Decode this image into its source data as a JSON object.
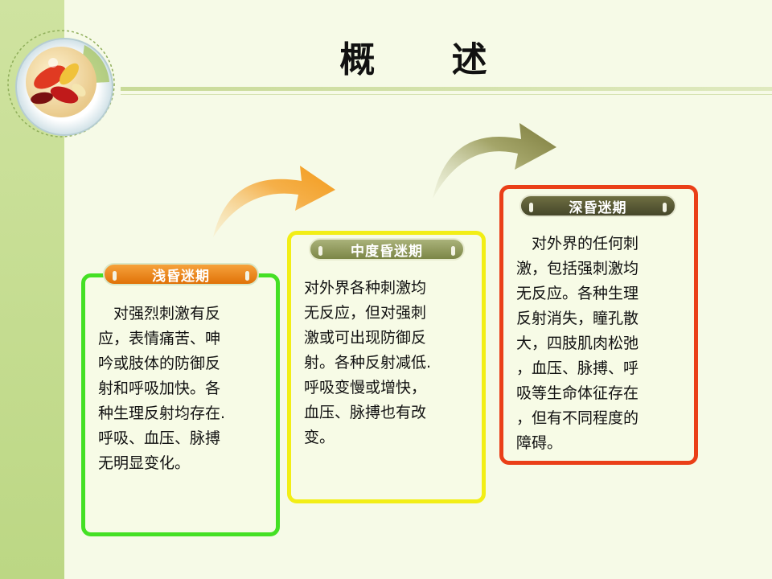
{
  "title": "概 述",
  "stages": [
    {
      "label": "浅昏迷期",
      "color": "#44e024",
      "pill_color": "#e8780a",
      "text": "　对强烈刺激有反\n应，表情痛苦、呻\n吟或肢体的防御反\n射和呼吸加快。各\n种生理反射均存在.\n呼吸、血压、脉搏\n无明显变化。"
    },
    {
      "label": "中度昏迷期",
      "color": "#f2ee16",
      "pill_color": "#8a9352",
      "text": "对外界各种刺激均\n无反应，但对强刺\n激或可出现防御反\n射。各种反射减低.\n呼吸变慢或增快，\n血压、脉搏也有改\n变。"
    },
    {
      "label": "深昏迷期",
      "color": "#ea3f18",
      "pill_color": "#5a5b33",
      "text": "　对外界的任何刺\n激，包括强刺激均\n无反应。各种生理\n反射消失，瞳孔散\n大，四肢肌肉松弛\n，血压、脉搏、呼\n吸等生命体征存在\n，但有不同程度的\n障碍。"
    }
  ],
  "icons": [
    "capsules-logo-icon",
    "arrow-orange-icon",
    "arrow-olive-icon"
  ]
}
